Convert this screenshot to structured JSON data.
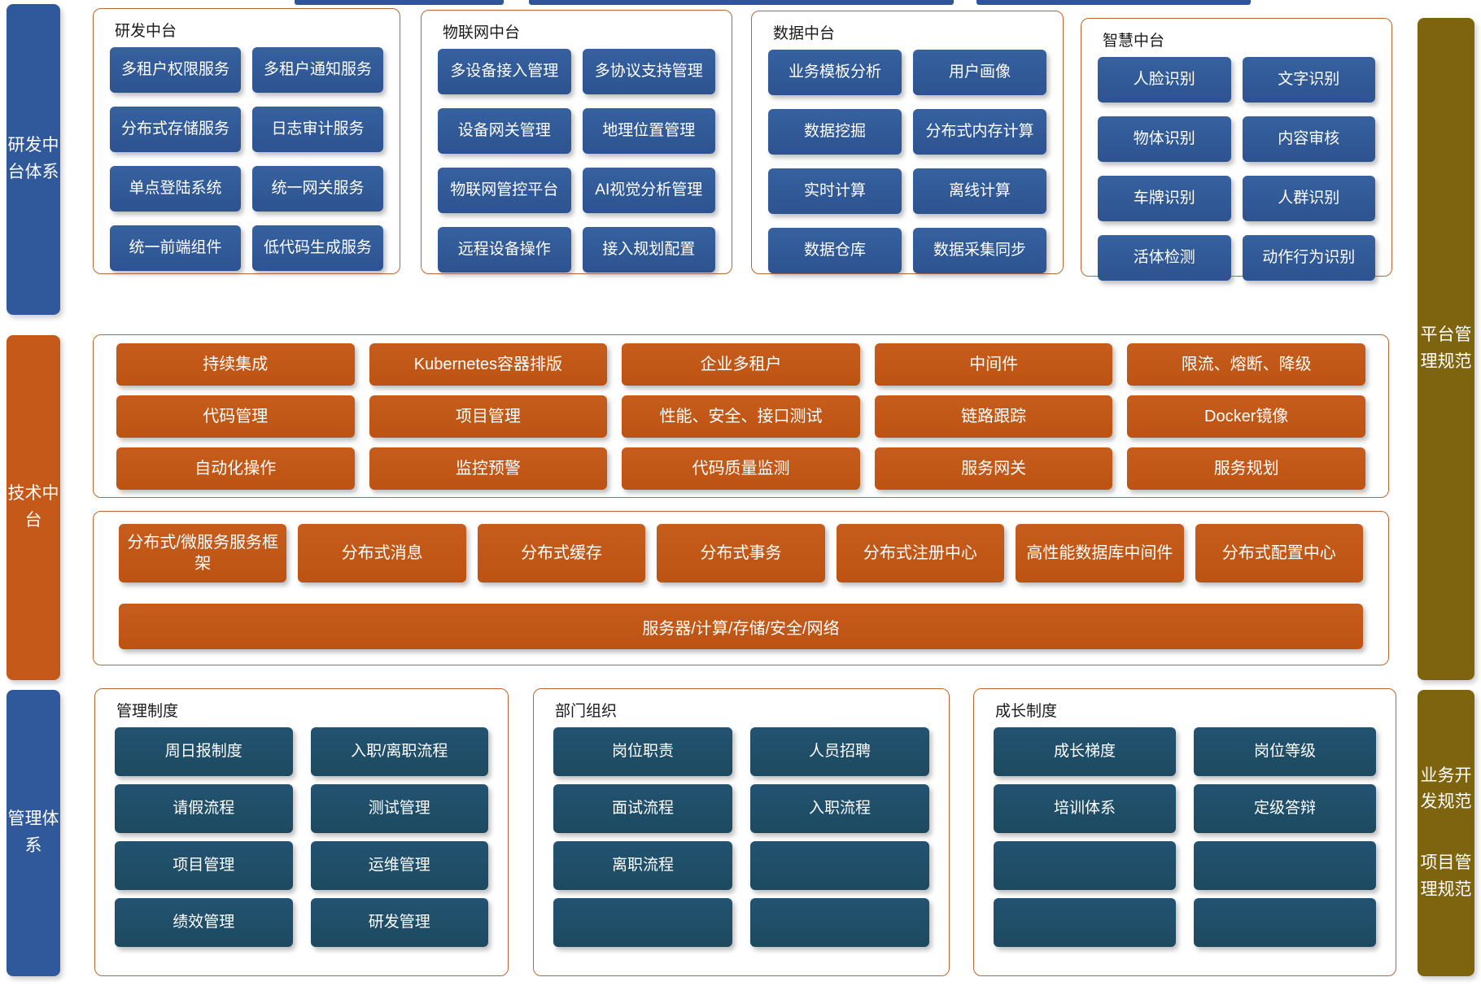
{
  "colors": {
    "blue": "#30599B",
    "dark_blue": "#1F4D66",
    "orange": "#C4591A",
    "olive": "#7F6410",
    "panel_border": "#C0652F",
    "title_text": "#1A1A1A"
  },
  "left_rail": {
    "dev": "研发中台体系",
    "tech": "技术中台",
    "mgmt": "管理体系"
  },
  "right_rail": {
    "platform": "平台管理规范",
    "biz": "业务开发规范",
    "proj": "项目管理规范"
  },
  "top_boxes": [
    {
      "title": "研发中台",
      "items": [
        "多租户权限服务",
        "多租户通知服务",
        "分布式存储服务",
        "日志审计服务",
        "单点登陆系统",
        "统一网关服务",
        "统一前端组件",
        "低代码生成服务"
      ]
    },
    {
      "title": "物联网中台",
      "items": [
        "多设备接入管理",
        "多协议支持管理",
        "设备网关管理",
        "地理位置管理",
        "物联网管控平台",
        "AI视觉分析管理",
        "远程设备操作",
        "接入规划配置"
      ]
    },
    {
      "title": "数据中台",
      "items": [
        "业务模板分析",
        "用户画像",
        "数据挖掘",
        "分布式内存计算",
        "实时计算",
        "离线计算",
        "数据仓库",
        "数据采集同步"
      ]
    },
    {
      "title": "智慧中台",
      "items": [
        "人脸识别",
        "文字识别",
        "物体识别",
        "内容审核",
        "车牌识别",
        "人群识别",
        "活体检测",
        "动作行为识别"
      ]
    }
  ],
  "tech_platform": {
    "box1_items": [
      "持续集成",
      "Kubernetes容器排版",
      "企业多租户",
      "中间件",
      "限流、熔断、降级",
      "代码管理",
      "项目管理",
      "性能、安全、接口测试",
      "链路跟踪",
      "Docker镜像",
      "自动化操作",
      "监控预警",
      "代码质量监测",
      "服务网关",
      "服务规划"
    ],
    "box2_items": [
      "分布式/微服务服务框架",
      "分布式消息",
      "分布式缓存",
      "分布式事务",
      "分布式注册中心",
      "高性能数据库中间件",
      "分布式配置中心"
    ],
    "infra_bar": "服务器/计算/存储/安全/网络"
  },
  "bottom_boxes": [
    {
      "title": "管理制度",
      "items": [
        "周日报制度",
        "入职/离职流程",
        "请假流程",
        "测试管理",
        "项目管理",
        "运维管理",
        "绩效管理",
        "研发管理"
      ]
    },
    {
      "title": "部门组织",
      "items": [
        "岗位职责",
        "人员招聘",
        "面试流程",
        "入职流程",
        "离职流程",
        "",
        "",
        ""
      ]
    },
    {
      "title": "成长制度",
      "items": [
        "成长梯度",
        "岗位等级",
        "培训体系",
        "定级答辩",
        "",
        "",
        "",
        ""
      ]
    }
  ]
}
